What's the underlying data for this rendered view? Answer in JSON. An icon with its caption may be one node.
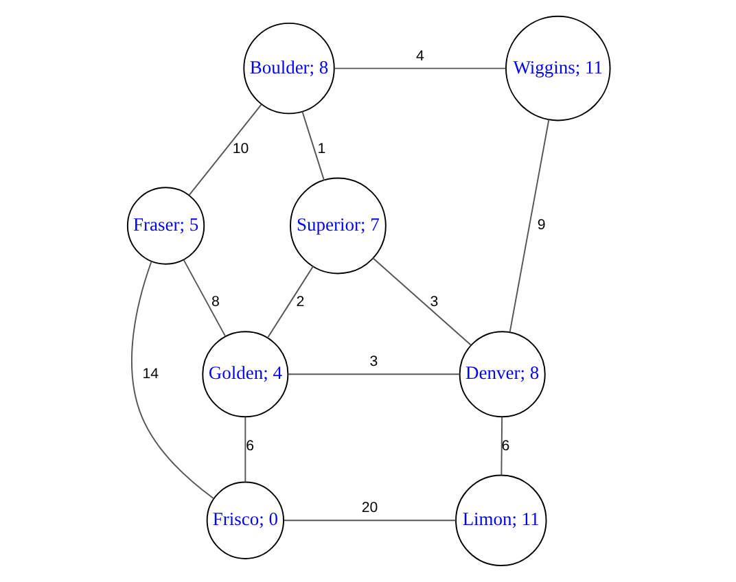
{
  "diagram": {
    "nodes": [
      {
        "text": [
          "Boulder; 8"
        ]
      },
      {
        "text": [
          "Wiggins; 11"
        ]
      },
      {
        "text": [
          "Fraser; 5"
        ]
      },
      {
        "text": [
          "Superior; 7"
        ]
      },
      {
        "text": [
          "Golden; 4"
        ]
      },
      {
        "text": [
          "Denver; 8"
        ]
      },
      {
        "text": [
          "Frisco; 0"
        ]
      },
      {
        "text": [
          "Limon; 11"
        ]
      }
    ],
    "edges": [
      {
        "from": 0,
        "to": 1,
        "arrow": "none",
        "label": "4"
      },
      {
        "from": 0,
        "to": 2,
        "arrow": "none",
        "label": "10"
      },
      {
        "from": 0,
        "to": 3,
        "arrow": "none",
        "label": "1"
      },
      {
        "from": 1,
        "to": 5,
        "arrow": "none",
        "label": "9"
      },
      {
        "from": 2,
        "to": 4,
        "arrow": "none",
        "label": "8"
      },
      {
        "from": 2,
        "to": 6,
        "arrow": "none",
        "label": "14"
      },
      {
        "from": 3,
        "to": 4,
        "arrow": "none",
        "label": "2"
      },
      {
        "from": 3,
        "to": 5,
        "arrow": "none",
        "label": "3"
      },
      {
        "from": 4,
        "to": 5,
        "arrow": "none",
        "label": "3"
      },
      {
        "from": 4,
        "to": 6,
        "arrow": "none",
        "label": "6"
      },
      {
        "from": 5,
        "to": 7,
        "arrow": "none",
        "label": "6"
      },
      {
        "from": 6,
        "to": 7,
        "arrow": "none",
        "label": "20"
      }
    ]
  }
}
